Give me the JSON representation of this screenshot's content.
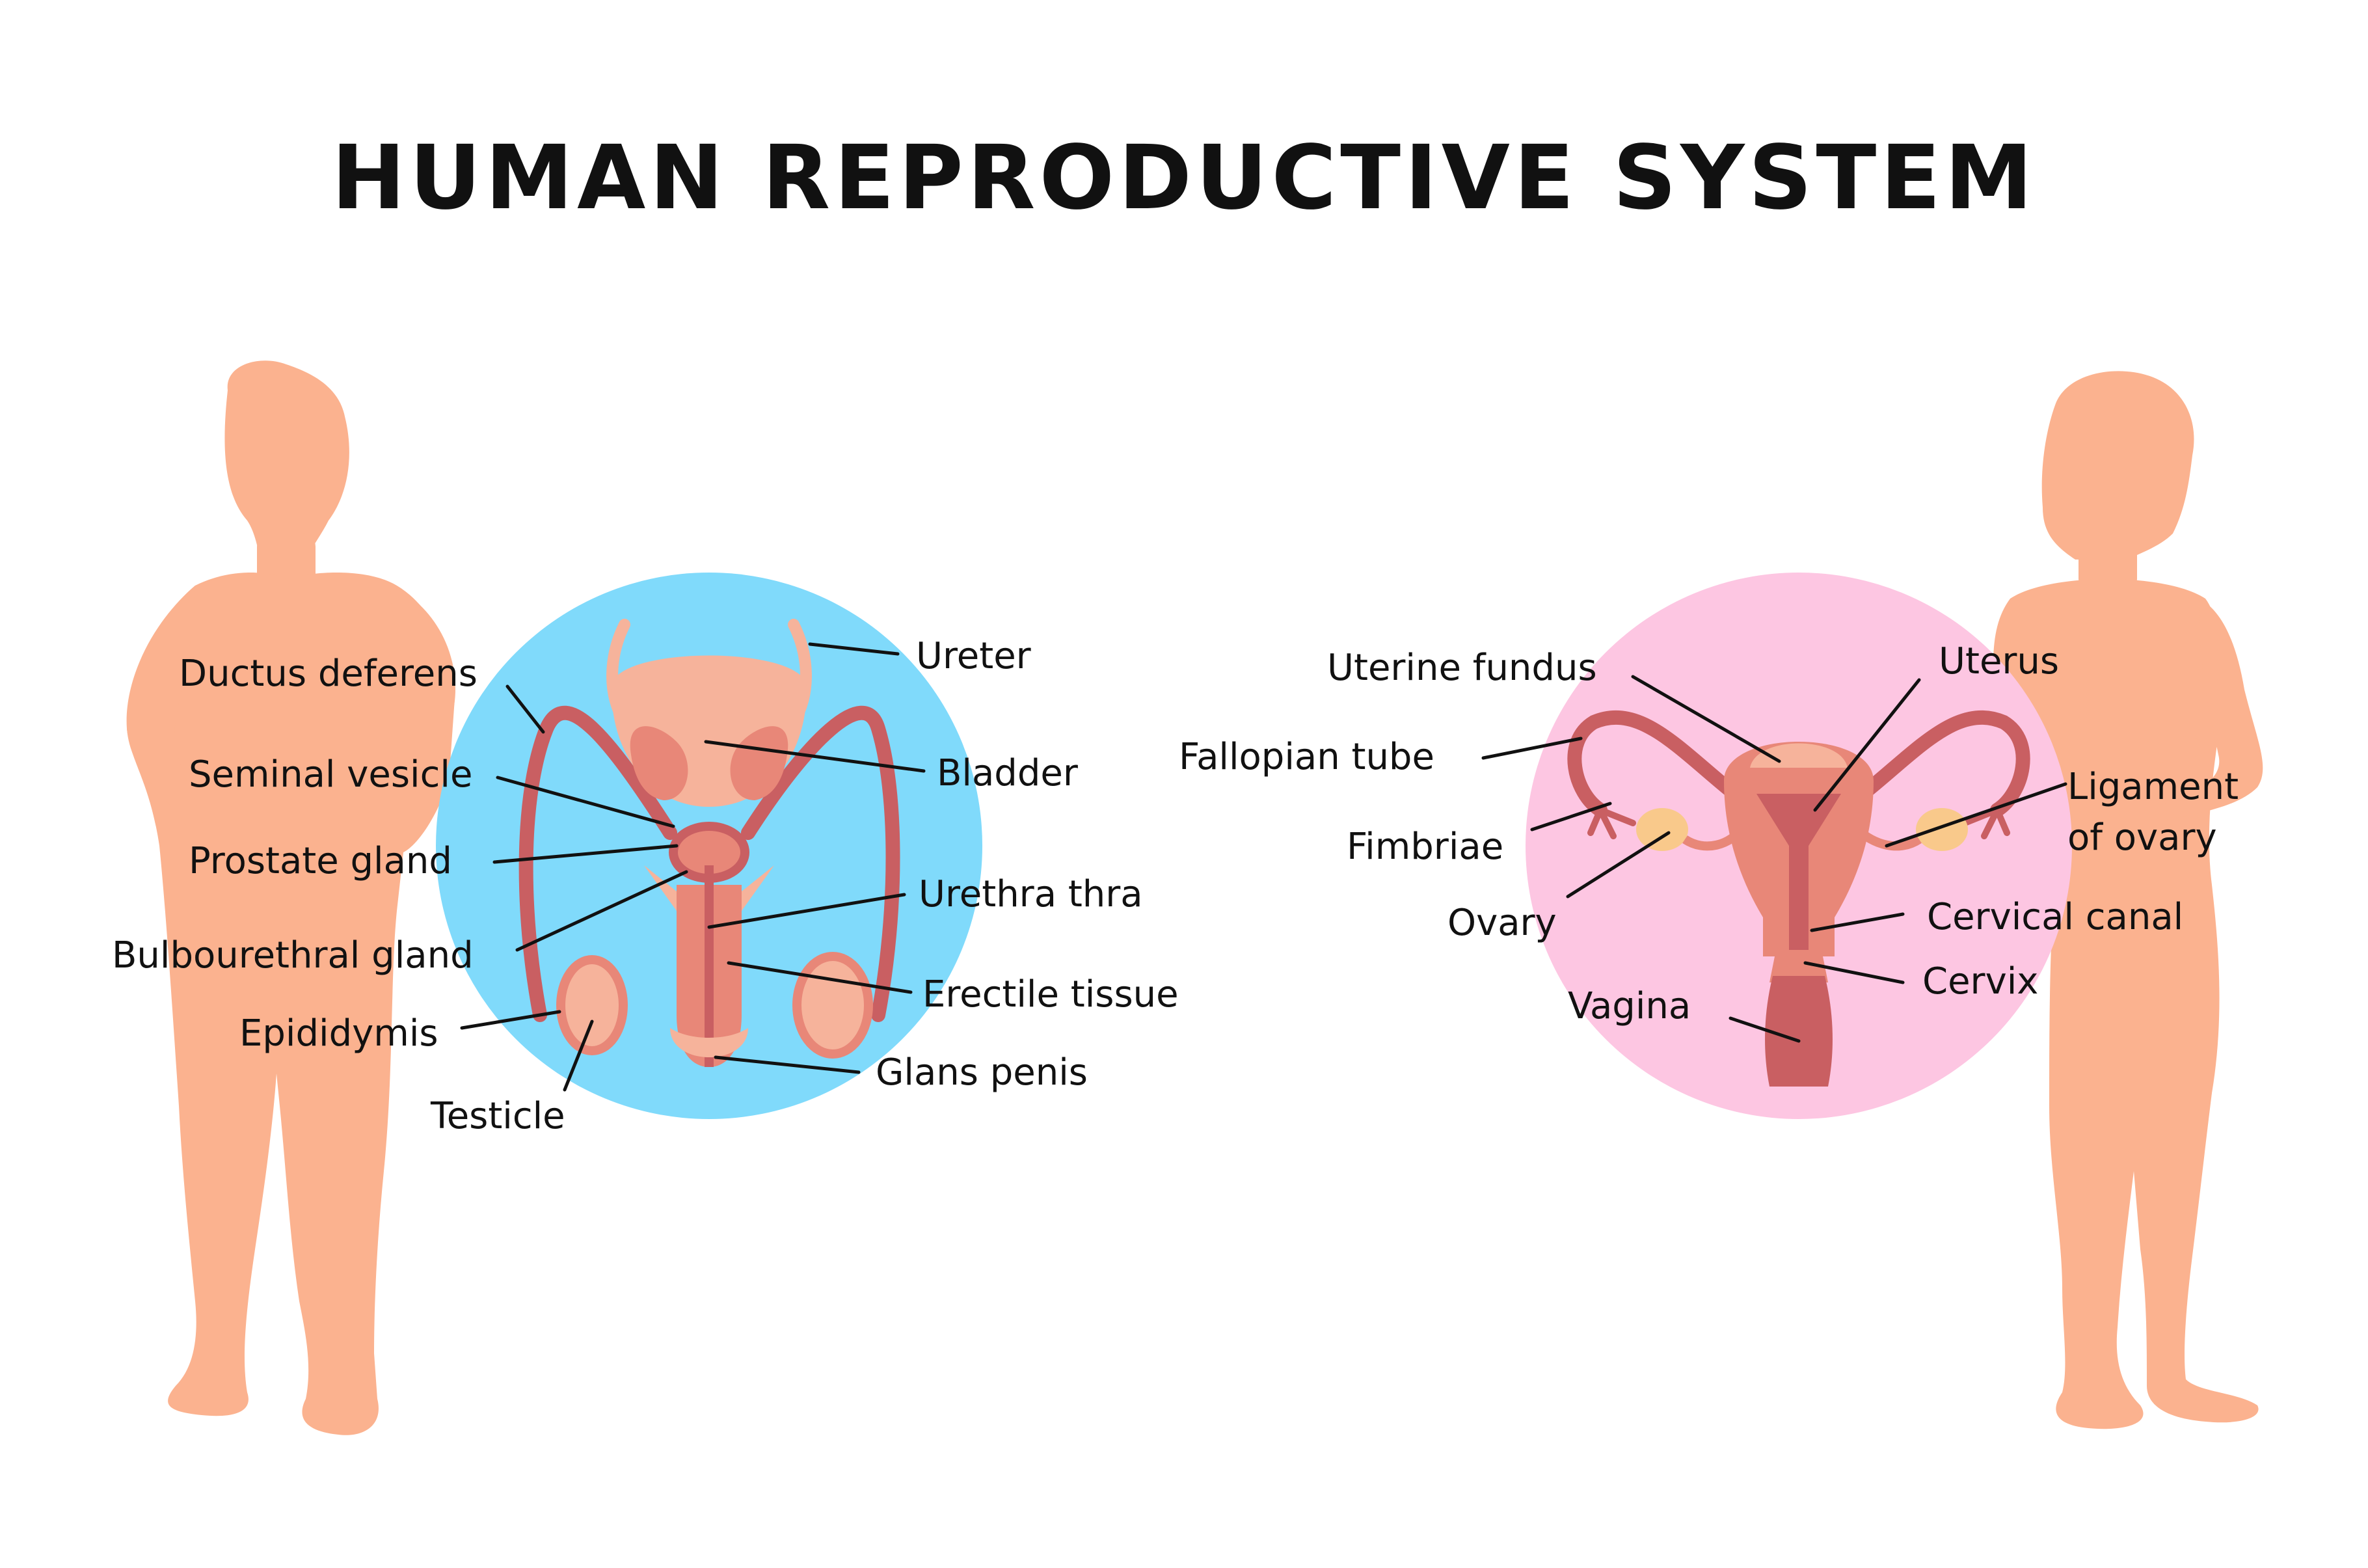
{
  "title": "HUMAN REPRODUCTIVE SYSTEM",
  "colors": {
    "skin": "#FBB28F",
    "male_circle": "#80DAFB",
    "female_circle": "#FDC6E2",
    "organ_dark": "#C95F62",
    "organ_mid": "#E88778",
    "organ_light": "#F6B39B",
    "ovary": "#F9C98B",
    "text": "#111111"
  },
  "male": {
    "labels": {
      "ductus_deferens": "Ductus deferens",
      "seminal_vesicle": "Seminal vesicle",
      "prostate_gland": "Prostate gland",
      "bulbourethral_gland": "Bulbourethral gland",
      "epididymis": "Epididymis",
      "testicle": "Testicle",
      "ureter": "Ureter",
      "bladder": "Bladder",
      "urethra": "Urethra thra",
      "erectile_tissue": "Erectile tissue",
      "glans_penis": "Glans penis"
    }
  },
  "female": {
    "labels": {
      "uterine_fundus": "Uterine fundus",
      "fallopian_tube": "Fallopian tube",
      "fimbriae": "Fimbriae",
      "ovary": "Ovary",
      "vagina": "Vagina",
      "uterus": "Uterus",
      "ligament_line1": "Ligament",
      "ligament_line2": "of ovary",
      "cervical_canal": "Cervical canal",
      "cervix": "Cervix"
    }
  }
}
